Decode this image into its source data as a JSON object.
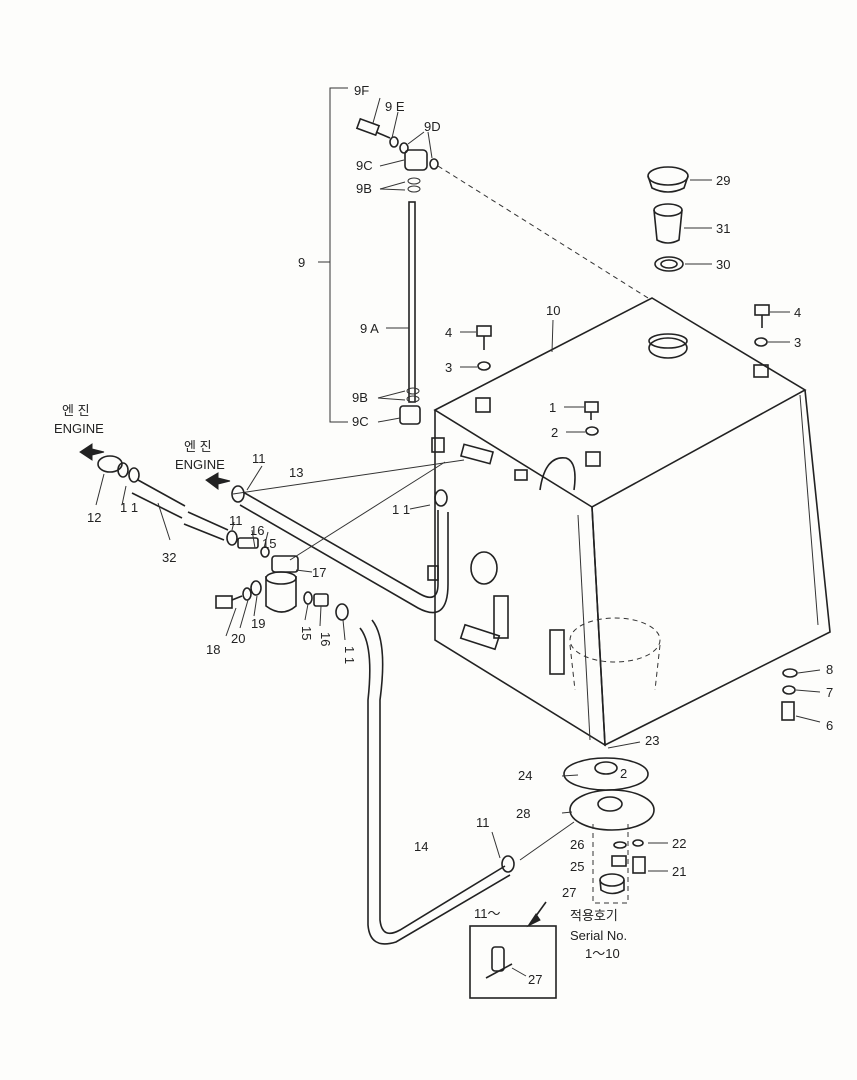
{
  "diagram": {
    "labels": {
      "l9F": "9F",
      "l9E": "9 E",
      "l9D": "9D",
      "l9C1": "9C",
      "l9B1": "9B",
      "l9": "9",
      "l9A": "9 A",
      "l9B2": "9B",
      "l9C2": "9C",
      "l29": "29",
      "l31": "31",
      "l30": "30",
      "l10": "10",
      "l4a": "4",
      "l3a": "3",
      "l4b": "4",
      "l3b": "3",
      "l1": "1",
      "l2a": "2",
      "l8": "8",
      "l7": "7",
      "l6": "6",
      "l23": "23",
      "l24": "24",
      "l2b": "2",
      "l28": "28",
      "l22": "22",
      "l26": "26",
      "l25": "25",
      "l21": "21",
      "l27a": "27",
      "l27b": "27",
      "l11a": "11",
      "l11b": "1 1",
      "l11c": "1 1",
      "l11d": "11",
      "l11e": "11",
      "l11f": "1 1",
      "l12": "12",
      "l32": "32",
      "l13": "13",
      "l14": "14",
      "l15a": "15",
      "l15b": "15",
      "l16a": "16",
      "l16b": "16",
      "l17": "17",
      "l18": "18",
      "l19": "19",
      "l20": "20"
    },
    "engine_left": {
      "korean": "엔 진",
      "english": "ENGINE"
    },
    "engine_mid": {
      "korean": "엔 진",
      "english": "ENGINE"
    },
    "serial_note": {
      "korean": "적용호기",
      "english": "Serial No.",
      "range": "1～10"
    },
    "inset_label": "11～"
  }
}
